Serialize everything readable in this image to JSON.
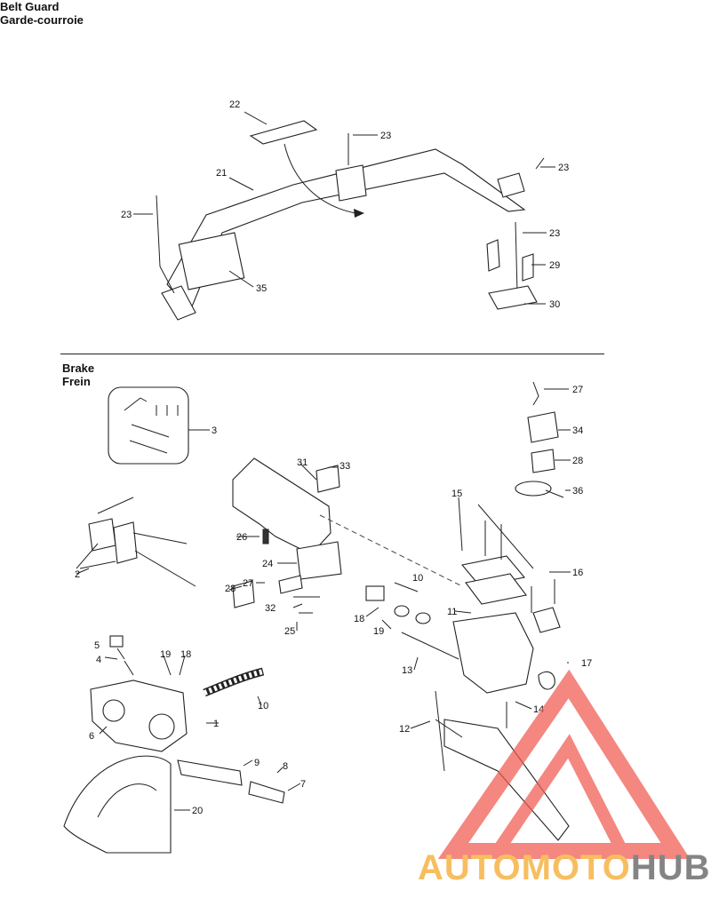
{
  "sections": {
    "belt_guard": {
      "title_en": "Belt Guard",
      "title_fr": "Garde-courroie"
    },
    "brake": {
      "title_en": "Brake",
      "title_fr": "Frein"
    }
  },
  "belt_callouts": [
    "22",
    "23",
    "21",
    "23",
    "23",
    "23",
    "29",
    "35",
    "30"
  ],
  "brake_callouts": [
    "27",
    "3",
    "34",
    "28",
    "36",
    "31",
    "33",
    "26",
    "15",
    "2",
    "24",
    "10",
    "16",
    "28",
    "27",
    "18",
    "32",
    "11",
    "25",
    "19",
    "5",
    "4",
    "19",
    "18",
    "13",
    "17",
    "10",
    "14",
    "1",
    "6",
    "12",
    "9",
    "8",
    "7",
    "20"
  ],
  "watermark": {
    "part1": "AUTOMOTO",
    "part2": "HUB",
    "color1": "#f5a623",
    "color2": "#555555",
    "logo_color": "#f05a50"
  }
}
